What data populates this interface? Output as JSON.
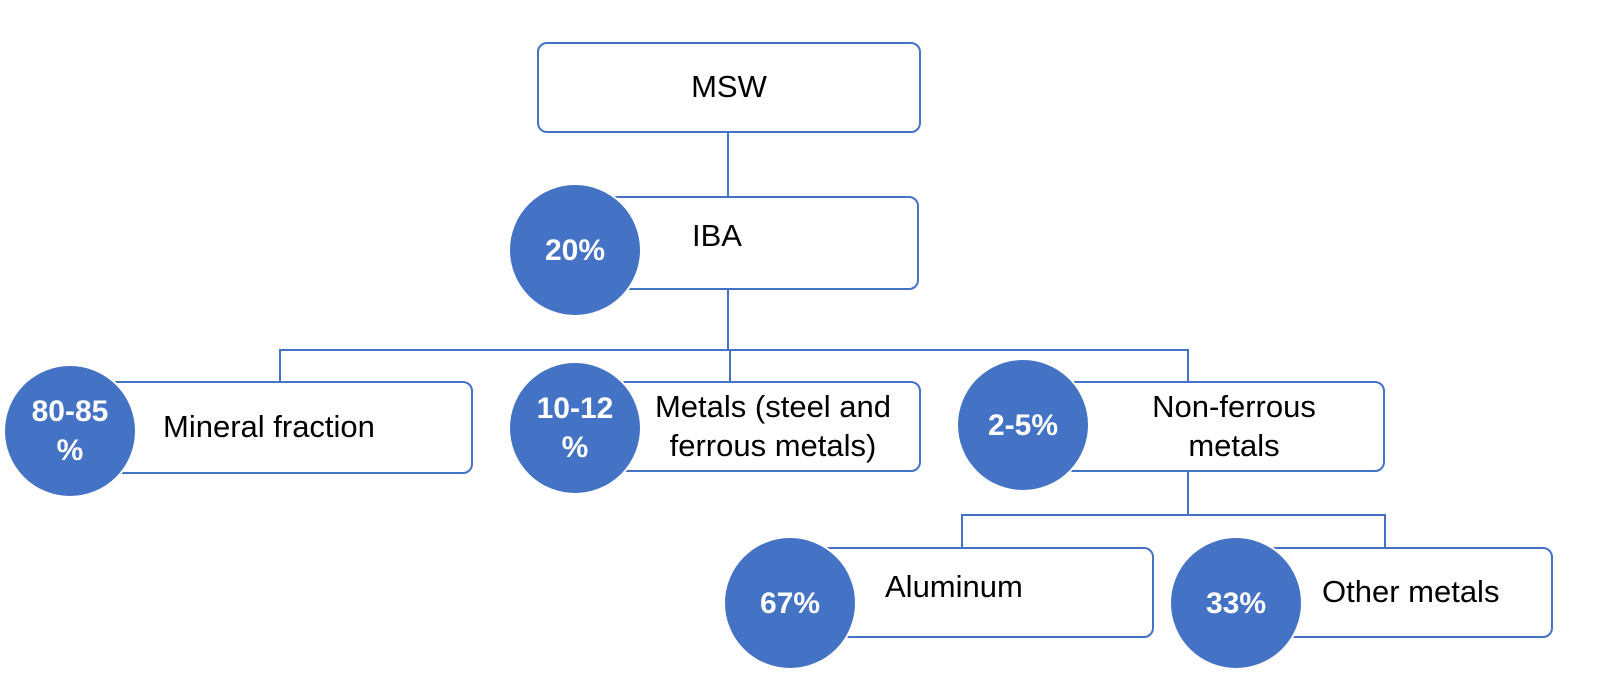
{
  "nodes": {
    "msw": {
      "label": "MSW"
    },
    "iba": {
      "label": "IBA",
      "percent": "20%"
    },
    "mineral": {
      "label": "Mineral fraction",
      "percent": "80-85\n%"
    },
    "metals": {
      "label": "Metals (steel and\nferrous metals)",
      "percent": "10-12\n%"
    },
    "nonferrous": {
      "label": "Non-ferrous\nmetals",
      "percent": "2-5%"
    },
    "aluminum": {
      "label": "Aluminum",
      "percent": "67%"
    },
    "other": {
      "label": "Other metals",
      "percent": "33%"
    }
  },
  "colors": {
    "accent": "#4472C4"
  }
}
